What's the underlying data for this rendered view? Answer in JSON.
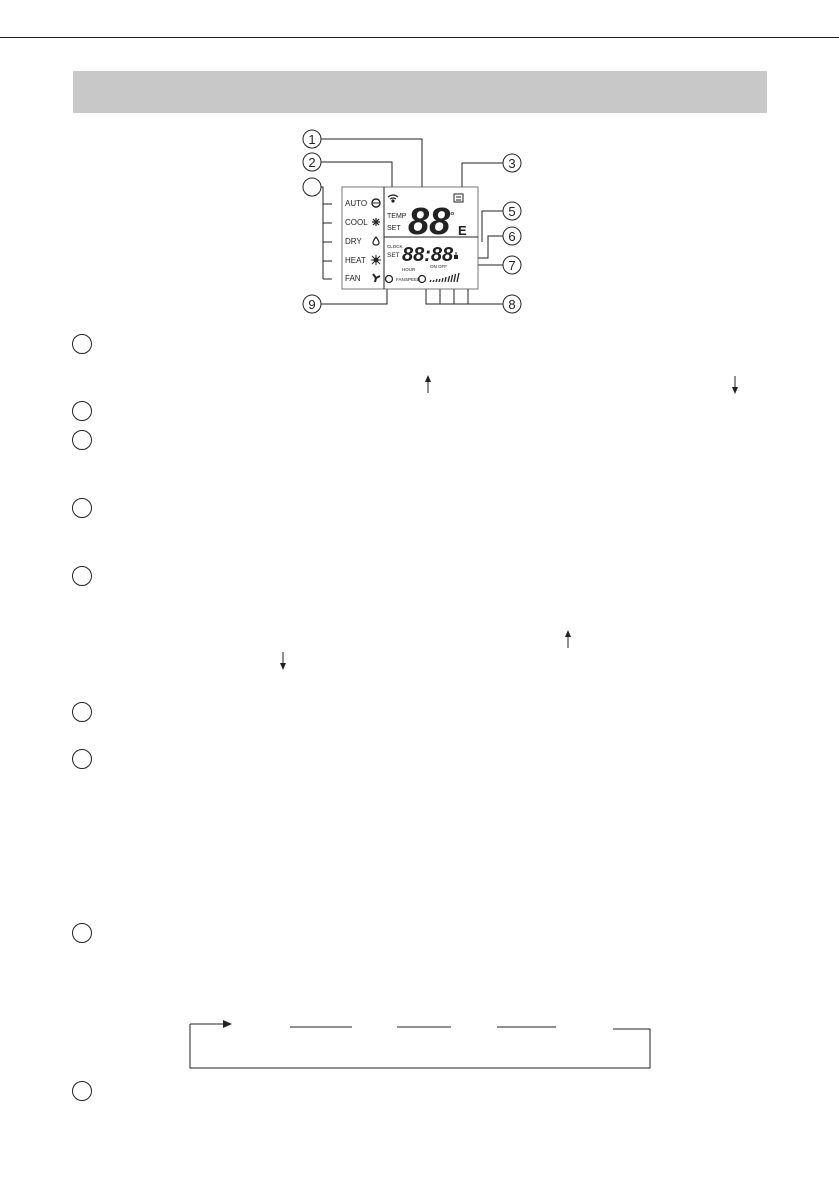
{
  "header": {
    "title": ""
  },
  "lcd": {
    "modes": [
      "AUTO",
      "COOL",
      "DRY",
      "HEAT",
      "FAN"
    ],
    "temp_label": "TEMP",
    "set_label": "SET",
    "big_digits": "88",
    "degree": "°",
    "e_char": "E",
    "clock_label": "CLOCK",
    "set_label2": "SET",
    "time_digits": "88:88",
    "hour_label": "HOUR",
    "on_off_label": "ON OFF",
    "fan_label": "FAN",
    "speed_label": "SPEED",
    "callouts": [
      "1",
      "2",
      "3",
      "5",
      "6",
      "7",
      "8",
      "9"
    ]
  },
  "icons": {
    "mode_icons": [
      "auto-icon",
      "snowflake-icon",
      "drop-icon",
      "sun-icon",
      "fan-icon"
    ],
    "signal": "signal-icon",
    "filter": "filter-icon",
    "timer": "timer-icon",
    "smile": "smile-icon"
  }
}
